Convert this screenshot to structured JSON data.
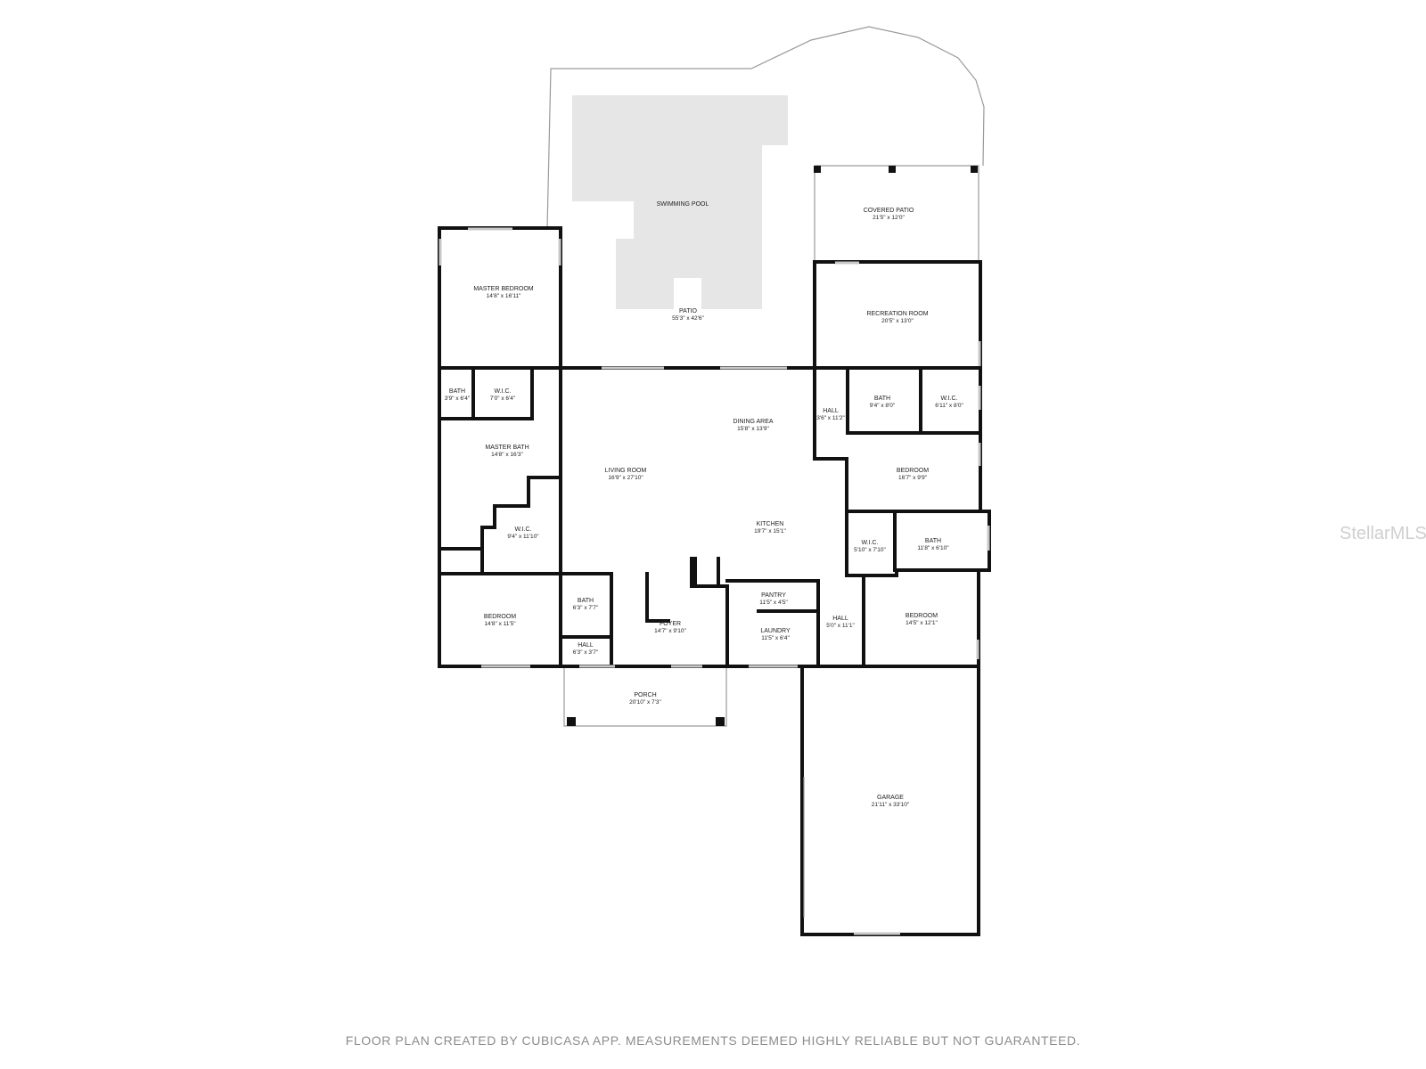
{
  "rooms": {
    "swimming_pool": {
      "name": "SWIMMING POOL",
      "size": ""
    },
    "covered_patio": {
      "name": "COVERED PATIO",
      "size": "21'5\" x 12'0\""
    },
    "master_bedroom": {
      "name": "MASTER BEDROOM",
      "size": "14'8\" x 16'11\""
    },
    "patio": {
      "name": "PATIO",
      "size": "55'3\" x 42'6\""
    },
    "recreation_room": {
      "name": "RECREATION ROOM",
      "size": "20'5\" x 13'0\""
    },
    "master_toilet": {
      "name": "BATH",
      "size": "3'9\" x 6'4\""
    },
    "master_wic_small": {
      "name": "W.I.C.",
      "size": "7'0\" x 6'4\""
    },
    "hall_rec": {
      "name": "HALL",
      "size": "3'6\" x 11'2\""
    },
    "bath_rec": {
      "name": "BATH",
      "size": "9'4\" x 8'0\""
    },
    "wic_rec": {
      "name": "W.I.C.",
      "size": "6'11\" x 8'0\""
    },
    "dining_area": {
      "name": "DINING AREA",
      "size": "15'8\" x 13'9\""
    },
    "master_bath": {
      "name": "MASTER BATH",
      "size": "14'8\" x 16'3\""
    },
    "living_room": {
      "name": "LIVING ROOM",
      "size": "16'9\" x 27'10\""
    },
    "bedroom_east": {
      "name": "BEDROOM",
      "size": "16'7\" x 9'9\""
    },
    "kitchen": {
      "name": "KITCHEN",
      "size": "19'7\" x 15'1\""
    },
    "master_wic": {
      "name": "W.I.C.",
      "size": "9'4\" x 11'10\""
    },
    "wic_east": {
      "name": "W.I.C.",
      "size": "5'10\" x 7'10\""
    },
    "bath_east": {
      "name": "BATH",
      "size": "11'8\" x 6'10\""
    },
    "pantry": {
      "name": "PANTRY",
      "size": "11'5\" x 4'5\""
    },
    "bath_front": {
      "name": "BATH",
      "size": "6'3\" x 7'7\""
    },
    "bedroom_west": {
      "name": "BEDROOM",
      "size": "14'8\" x 11'5\""
    },
    "bedroom_se": {
      "name": "BEDROOM",
      "size": "14'5\" x 12'1\""
    },
    "hall_laundry": {
      "name": "HALL",
      "size": "5'0\" x 11'1\""
    },
    "foyer": {
      "name": "FOYER",
      "size": "14'7\" x 9'10\""
    },
    "laundry": {
      "name": "LAUNDRY",
      "size": "11'5\" x 6'4\""
    },
    "hall_front": {
      "name": "HALL",
      "size": "6'3\" x 3'7\""
    },
    "porch": {
      "name": "PORCH",
      "size": "20'10\" x 7'3\""
    },
    "garage": {
      "name": "GARAGE",
      "size": "21'11\" x 33'10\""
    }
  },
  "footer": {
    "text": "FLOOR PLAN CREATED BY CUBICASA APP. MEASUREMENTS DEEMED HIGHLY RELIABLE BUT NOT GUARANTEED."
  },
  "watermark": {
    "text": "StellarMLS"
  },
  "colors": {
    "wall": "#111111",
    "pool": "#e6e6e6",
    "outline": "#9a9a9a"
  }
}
